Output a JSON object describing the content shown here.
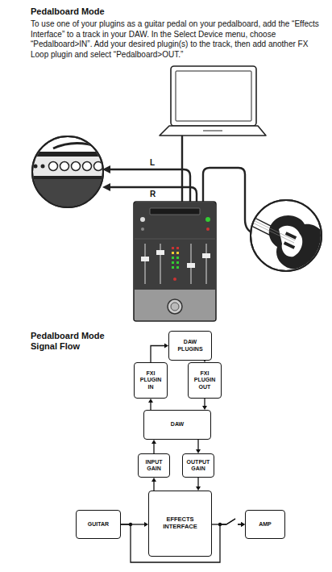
{
  "diagram": {
    "title": "Pedalboard Mode",
    "nodes": [
      {
        "text": [
          "DAW PLUGINS"
        ]
      },
      {
        "text": [
          "FXI PLUGIN IN"
        ]
      },
      {
        "text": [
          "FXI PLUGIN OUT"
        ]
      },
      {
        "text": [
          "DAW"
        ]
      },
      {
        "text": [
          "INPUT GAIN"
        ]
      },
      {
        "text": [
          "OUTPUT GAIN"
        ]
      },
      {
        "text": [
          "GUITAR"
        ]
      },
      {
        "text": [
          "EFFECTS INTERFACE"
        ]
      },
      {
        "text": [
          "AMP"
        ]
      }
    ],
    "edges": [
      {
        "from": 1,
        "to": 0,
        "arrow": "to"
      },
      {
        "from": 0,
        "to": 2,
        "arrow": "to"
      },
      {
        "from": 3,
        "to": 1,
        "arrow": "to"
      },
      {
        "from": 2,
        "to": 3,
        "arrow": "to"
      },
      {
        "from": 4,
        "to": 3,
        "arrow": "to"
      },
      {
        "from": 3,
        "to": 5,
        "arrow": "to"
      },
      {
        "from": 7,
        "to": 4,
        "arrow": "to"
      },
      {
        "from": 5,
        "to": 7,
        "arrow": "to"
      },
      {
        "from": 6,
        "to": 7,
        "arrow": "to"
      },
      {
        "from": 7,
        "to": 8,
        "arrow": "to"
      },
      {
        "from": 6,
        "to": 8,
        "arrow": "to"
      }
    ],
    "labels": [
      "To use one of your plugins as a guitar pedal on your pedalboard, add the “Effects Interface” to a track in your DAW. In the Select Device menu, choose “Pedalboard>IN”. Add your desired plugin(s) to the track, then add another FX Loop plugin and select “Pedalboard>OUT.”",
      "L",
      "R",
      "Pedalboard Mode Signal Flow"
    ]
  }
}
